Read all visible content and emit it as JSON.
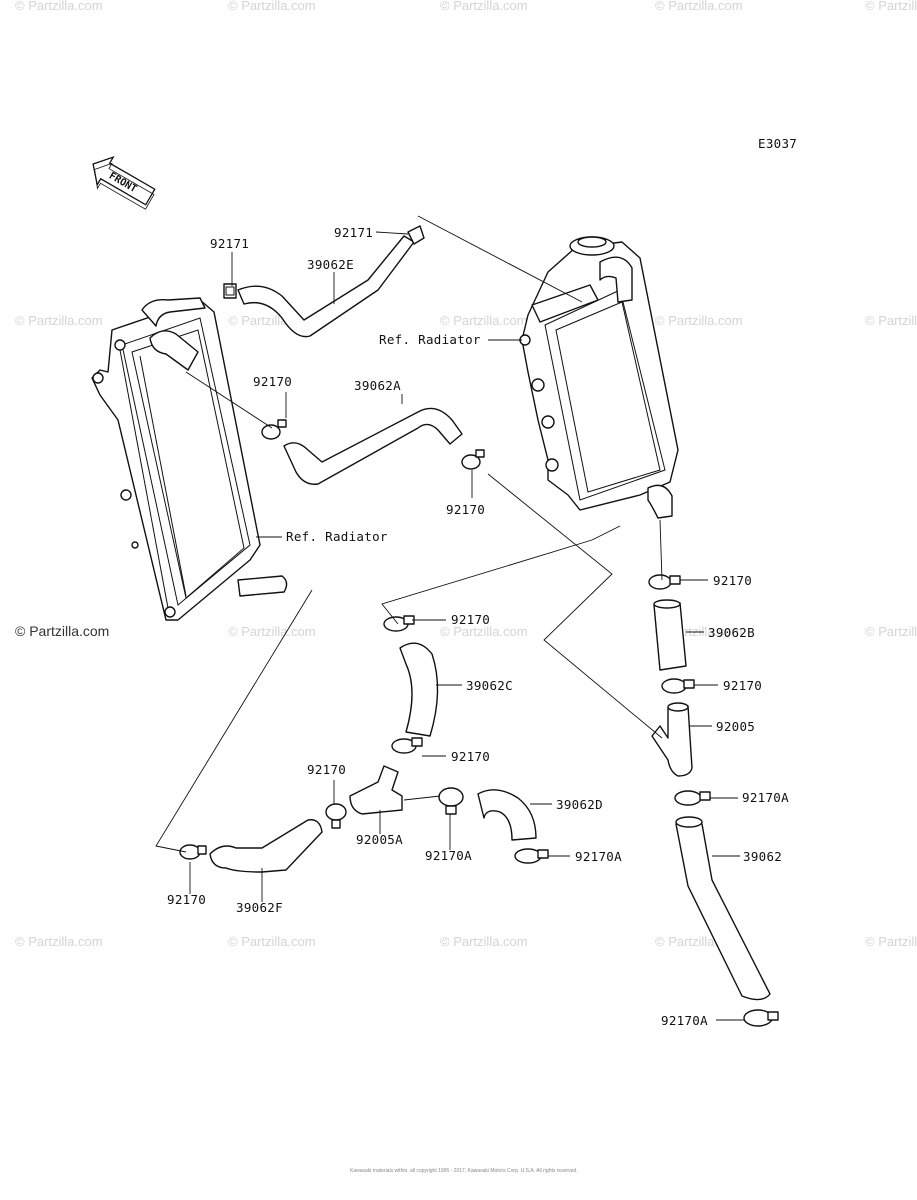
{
  "diagram_code": "E3037",
  "front_arrow_label": "FRONT",
  "watermark": {
    "text": "© Partzilla.com",
    "positions_note": "repeated"
  },
  "callouts": {
    "top_left_clamp": "92171",
    "top_right_clamp": "92171",
    "hose_e": "39062E",
    "hose_a": "39062A",
    "clamp_left_a": "92170",
    "clamp_right_a": "92170",
    "ref_radiator_right": "Ref. Radiator",
    "ref_radiator_left": "Ref. Radiator",
    "clamp_b_top": "92170",
    "hose_b": "39062B",
    "clamp_b_bottom": "92170",
    "joint_92005": "92005",
    "clamp_c_top": "92170",
    "hose_c": "39062C",
    "clamp_c_bottom": "92170",
    "clamp_mid_left": "92170",
    "joint_92005a": "92005A",
    "clamp_92170a_mid": "92170A",
    "hose_d": "39062D",
    "clamp_92170a_d": "92170A",
    "clamp_92170a_right": "92170A",
    "hose_plain": "39062",
    "clamp_bottom_left": "92170",
    "hose_f": "39062F",
    "clamp_92170a_bottom": "92170A"
  },
  "footer_text": "Kawasaki materials within, all copyright 1995 - 2017, Kawasaki Motors Corp. U.S.A. All rights reserved."
}
